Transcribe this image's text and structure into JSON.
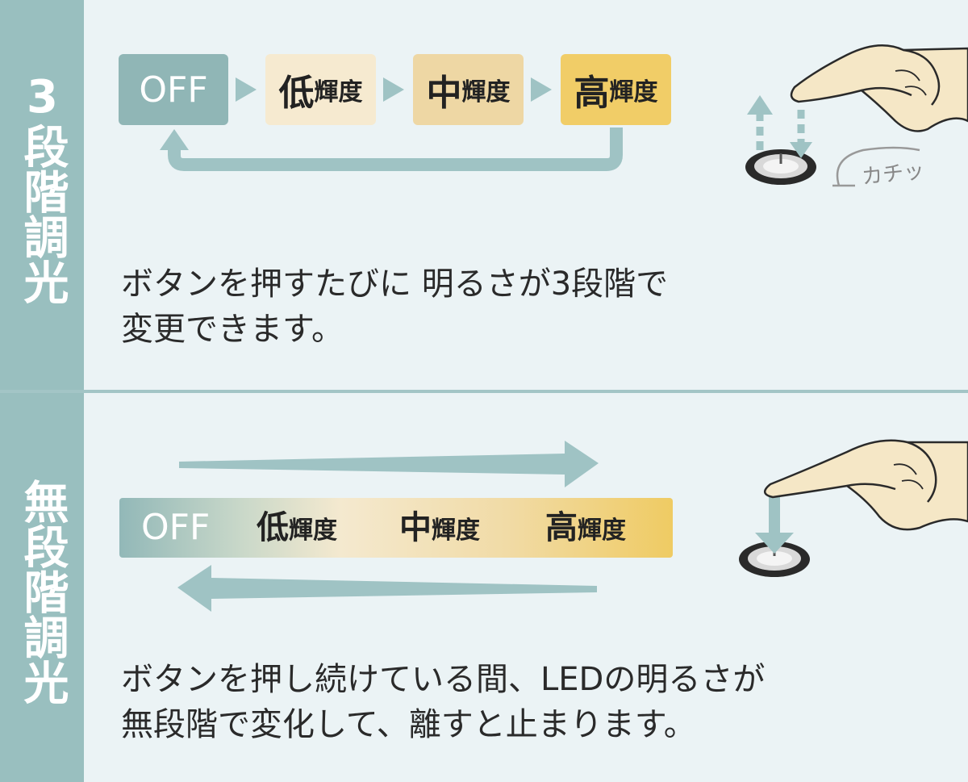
{
  "section1": {
    "side_title": "3段階調光",
    "levels": [
      {
        "main": "OFF",
        "suffix": ""
      },
      {
        "main": "低",
        "suffix": "輝度"
      },
      {
        "main": "中",
        "suffix": "輝度"
      },
      {
        "main": "高",
        "suffix": "輝度"
      }
    ],
    "sound_label": "カチッ",
    "description_line1": "ボタンを押すたびに 明るさが3段階で",
    "description_line2": "変更できます。"
  },
  "section2": {
    "side_title": "無段階調光",
    "levels": [
      {
        "main": "OFF",
        "suffix": ""
      },
      {
        "main": "低",
        "suffix": "輝度"
      },
      {
        "main": "中",
        "suffix": "輝度"
      },
      {
        "main": "高",
        "suffix": "輝度"
      }
    ],
    "description_line1": "ボタンを押し続けている間、LEDの明るさが",
    "description_line2": "無段階で変化して、離すと止まります。"
  },
  "colors": {
    "background": "#ebf3f5",
    "side_band": "#99bfbf",
    "arrow": "#9fc3c4",
    "off_box": "#90b6b6",
    "low_box": "#f6ead0",
    "mid_box": "#eed7a4",
    "high_box": "#f1cd67",
    "finger": "#f5e7c6"
  },
  "icons": [
    "hand-press-icon",
    "push-button-icon",
    "cycle-arrow-icon"
  ]
}
